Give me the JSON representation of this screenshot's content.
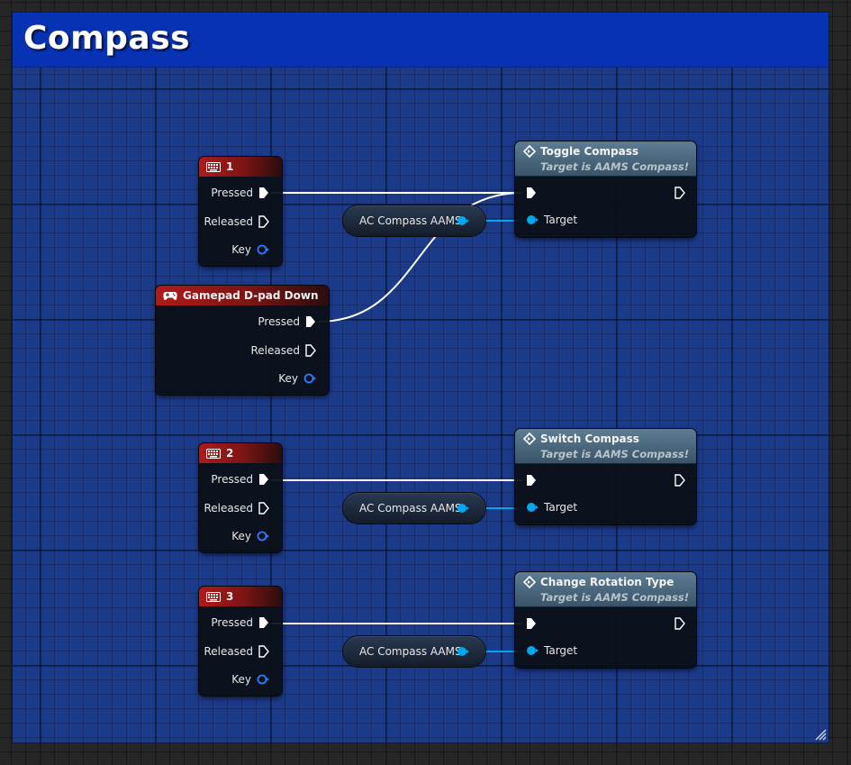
{
  "comment": {
    "title": "Compass",
    "color": "#0732b4"
  },
  "colors": {
    "exec_wire": "#ffffff",
    "object_wire": "#00a8f0",
    "event_header": "#b01a1a"
  },
  "events": [
    {
      "title": "1",
      "icon": "keyboard-icon",
      "pins": [
        "Pressed",
        "Released",
        "Key"
      ]
    },
    {
      "title": "Gamepad D-pad Down",
      "icon": "gamepad-icon",
      "pins": [
        "Pressed",
        "Released",
        "Key"
      ]
    },
    {
      "title": "2",
      "icon": "keyboard-icon",
      "pins": [
        "Pressed",
        "Released",
        "Key"
      ]
    },
    {
      "title": "3",
      "icon": "keyboard-icon",
      "pins": [
        "Pressed",
        "Released",
        "Key"
      ]
    }
  ],
  "functions": [
    {
      "title": "Toggle Compass",
      "subtitle": "Target is AAMS Compass!",
      "target_label": "Target"
    },
    {
      "title": "Switch Compass",
      "subtitle": "Target is AAMS Compass!",
      "target_label": "Target"
    },
    {
      "title": "Change Rotation Type",
      "subtitle": "Target is AAMS Compass!",
      "target_label": "Target"
    }
  ],
  "variables": [
    {
      "label": "AC Compass AAMS"
    },
    {
      "label": "AC Compass AAMS"
    },
    {
      "label": "AC Compass AAMS"
    }
  ]
}
